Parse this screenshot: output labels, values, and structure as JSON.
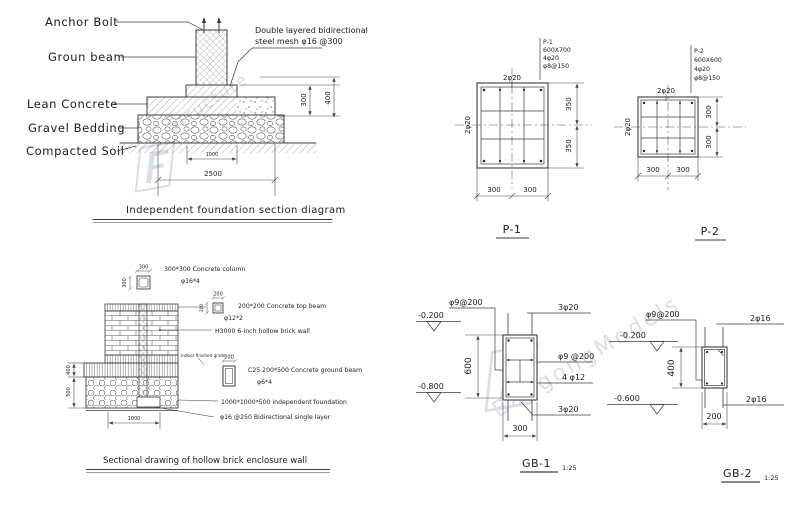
{
  "watermark": {
    "text_top": "Structure",
    "text_bottom": "BangongModels",
    "logo_letter": "F",
    "color": "#aab1bb"
  },
  "foundation": {
    "label_anchor_bolt": "Anchor Bolt",
    "label_ground_beam": "Groun beam",
    "label_lean_concrete": "Lean Concrete",
    "label_gravel_bedding": "Gravel Bedding",
    "label_compacted_soil": "Compacted Soil",
    "note_line1": "Double layered bidirectional",
    "note_line2": "steel mesh φ16 @300",
    "dim_step_height": "300",
    "dim_base_height": "400",
    "dim_width_inner": "1000",
    "dim_width_outer": "2500",
    "title": "Independent foundation section diagram"
  },
  "p1": {
    "callout_name": "P-1",
    "callout_size": "600X700",
    "callout_main_bars": "4φ20",
    "callout_stirrups": "φ8@150",
    "bars_top": "2φ20",
    "bars_side": "2φ20",
    "dim_right_upper": "350",
    "dim_right_lower": "350",
    "dim_bottom_left": "300",
    "dim_bottom_right": "300",
    "title": "P-1"
  },
  "p2": {
    "callout_name": "P-2",
    "callout_size": "600X600",
    "callout_main_bars": "4φ20",
    "callout_stirrups": "φ8@150",
    "bars_top": "2φ20",
    "bars_side": "2φ20",
    "dim_right_upper": "300",
    "dim_right_lower": "300",
    "dim_bottom_left": "300",
    "dim_bottom_right": "300",
    "title": "P-2"
  },
  "wall": {
    "column_note": "300*300 Concrete column",
    "column_rebar": "φ16*4",
    "column_dim_width": "300",
    "column_dim_height": "300",
    "beam_note": "200*200 Concrete top beam",
    "beam_rebar": "φ12*2",
    "beam_dim_width": "200",
    "beam_dim_height": "200",
    "wall_note": "H3000 6-inch hollow brick wall",
    "ground_beam_note": "C25 200*500 Concrete ground beam",
    "ground_beam_rebar": "φ6*4",
    "ground_beam_dim": "200",
    "grade_note": "Indoor finished grade",
    "foundation_note": "1000*1000*500 independent foundation",
    "mesh_note": "φ16 @250 Bidirectional single layer",
    "dim_beam_depth": "400",
    "dim_foundation_depth": "500",
    "dim_bottom": "1000",
    "title": "Sectional drawing of hollow brick enclosure wall"
  },
  "gb1": {
    "stirrup_note": "φ9@200",
    "level_top": "-0.200",
    "level_bottom": "-0.800",
    "dim_height": "600",
    "bars_top": "3φ20",
    "stirrup_mid": "φ9 @200",
    "bars_mid": "4 φ12",
    "bars_bottom": "3φ20",
    "dim_width": "300",
    "title": "GB-1",
    "scale": "1:25"
  },
  "gb2": {
    "stirrup_note": "φ9@200",
    "level_top": "-0.200",
    "level_bottom": "-0.600",
    "dim_height": "400",
    "bars_top": "2φ16",
    "bars_bottom": "2φ16",
    "dim_width": "200",
    "title": "GB-2",
    "scale": "1:25"
  }
}
